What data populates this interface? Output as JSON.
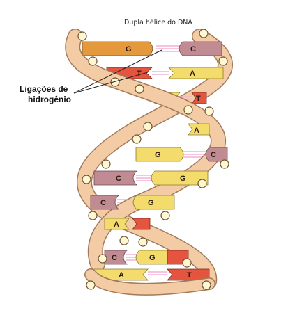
{
  "title": "Dupla hélice do DNA",
  "callout": {
    "line1": "Ligações de",
    "line2": "hidrogênio"
  },
  "colors": {
    "G": "#e49a3c",
    "C": "#c08b92",
    "A": "#f3dc6c",
    "T": "#e5543f",
    "backbone": "#f3cba4",
    "backbone_edge": "#a07a5a",
    "h_bond": "#f3b0d6",
    "phosphate": "#fff6d2"
  },
  "pairs": [
    {
      "left": "G",
      "right": "C"
    },
    {
      "left": "T",
      "right": "A"
    },
    {
      "left": "A",
      "right": "T"
    },
    {
      "left": "",
      "right": "A"
    },
    {
      "left": "G",
      "right": "C"
    },
    {
      "left": "C",
      "right": "G"
    },
    {
      "left": "C",
      "right": "G"
    },
    {
      "left": "A",
      "right": ""
    },
    {
      "left": "C",
      "right": "G"
    },
    {
      "left": "A",
      "right": "T"
    }
  ]
}
